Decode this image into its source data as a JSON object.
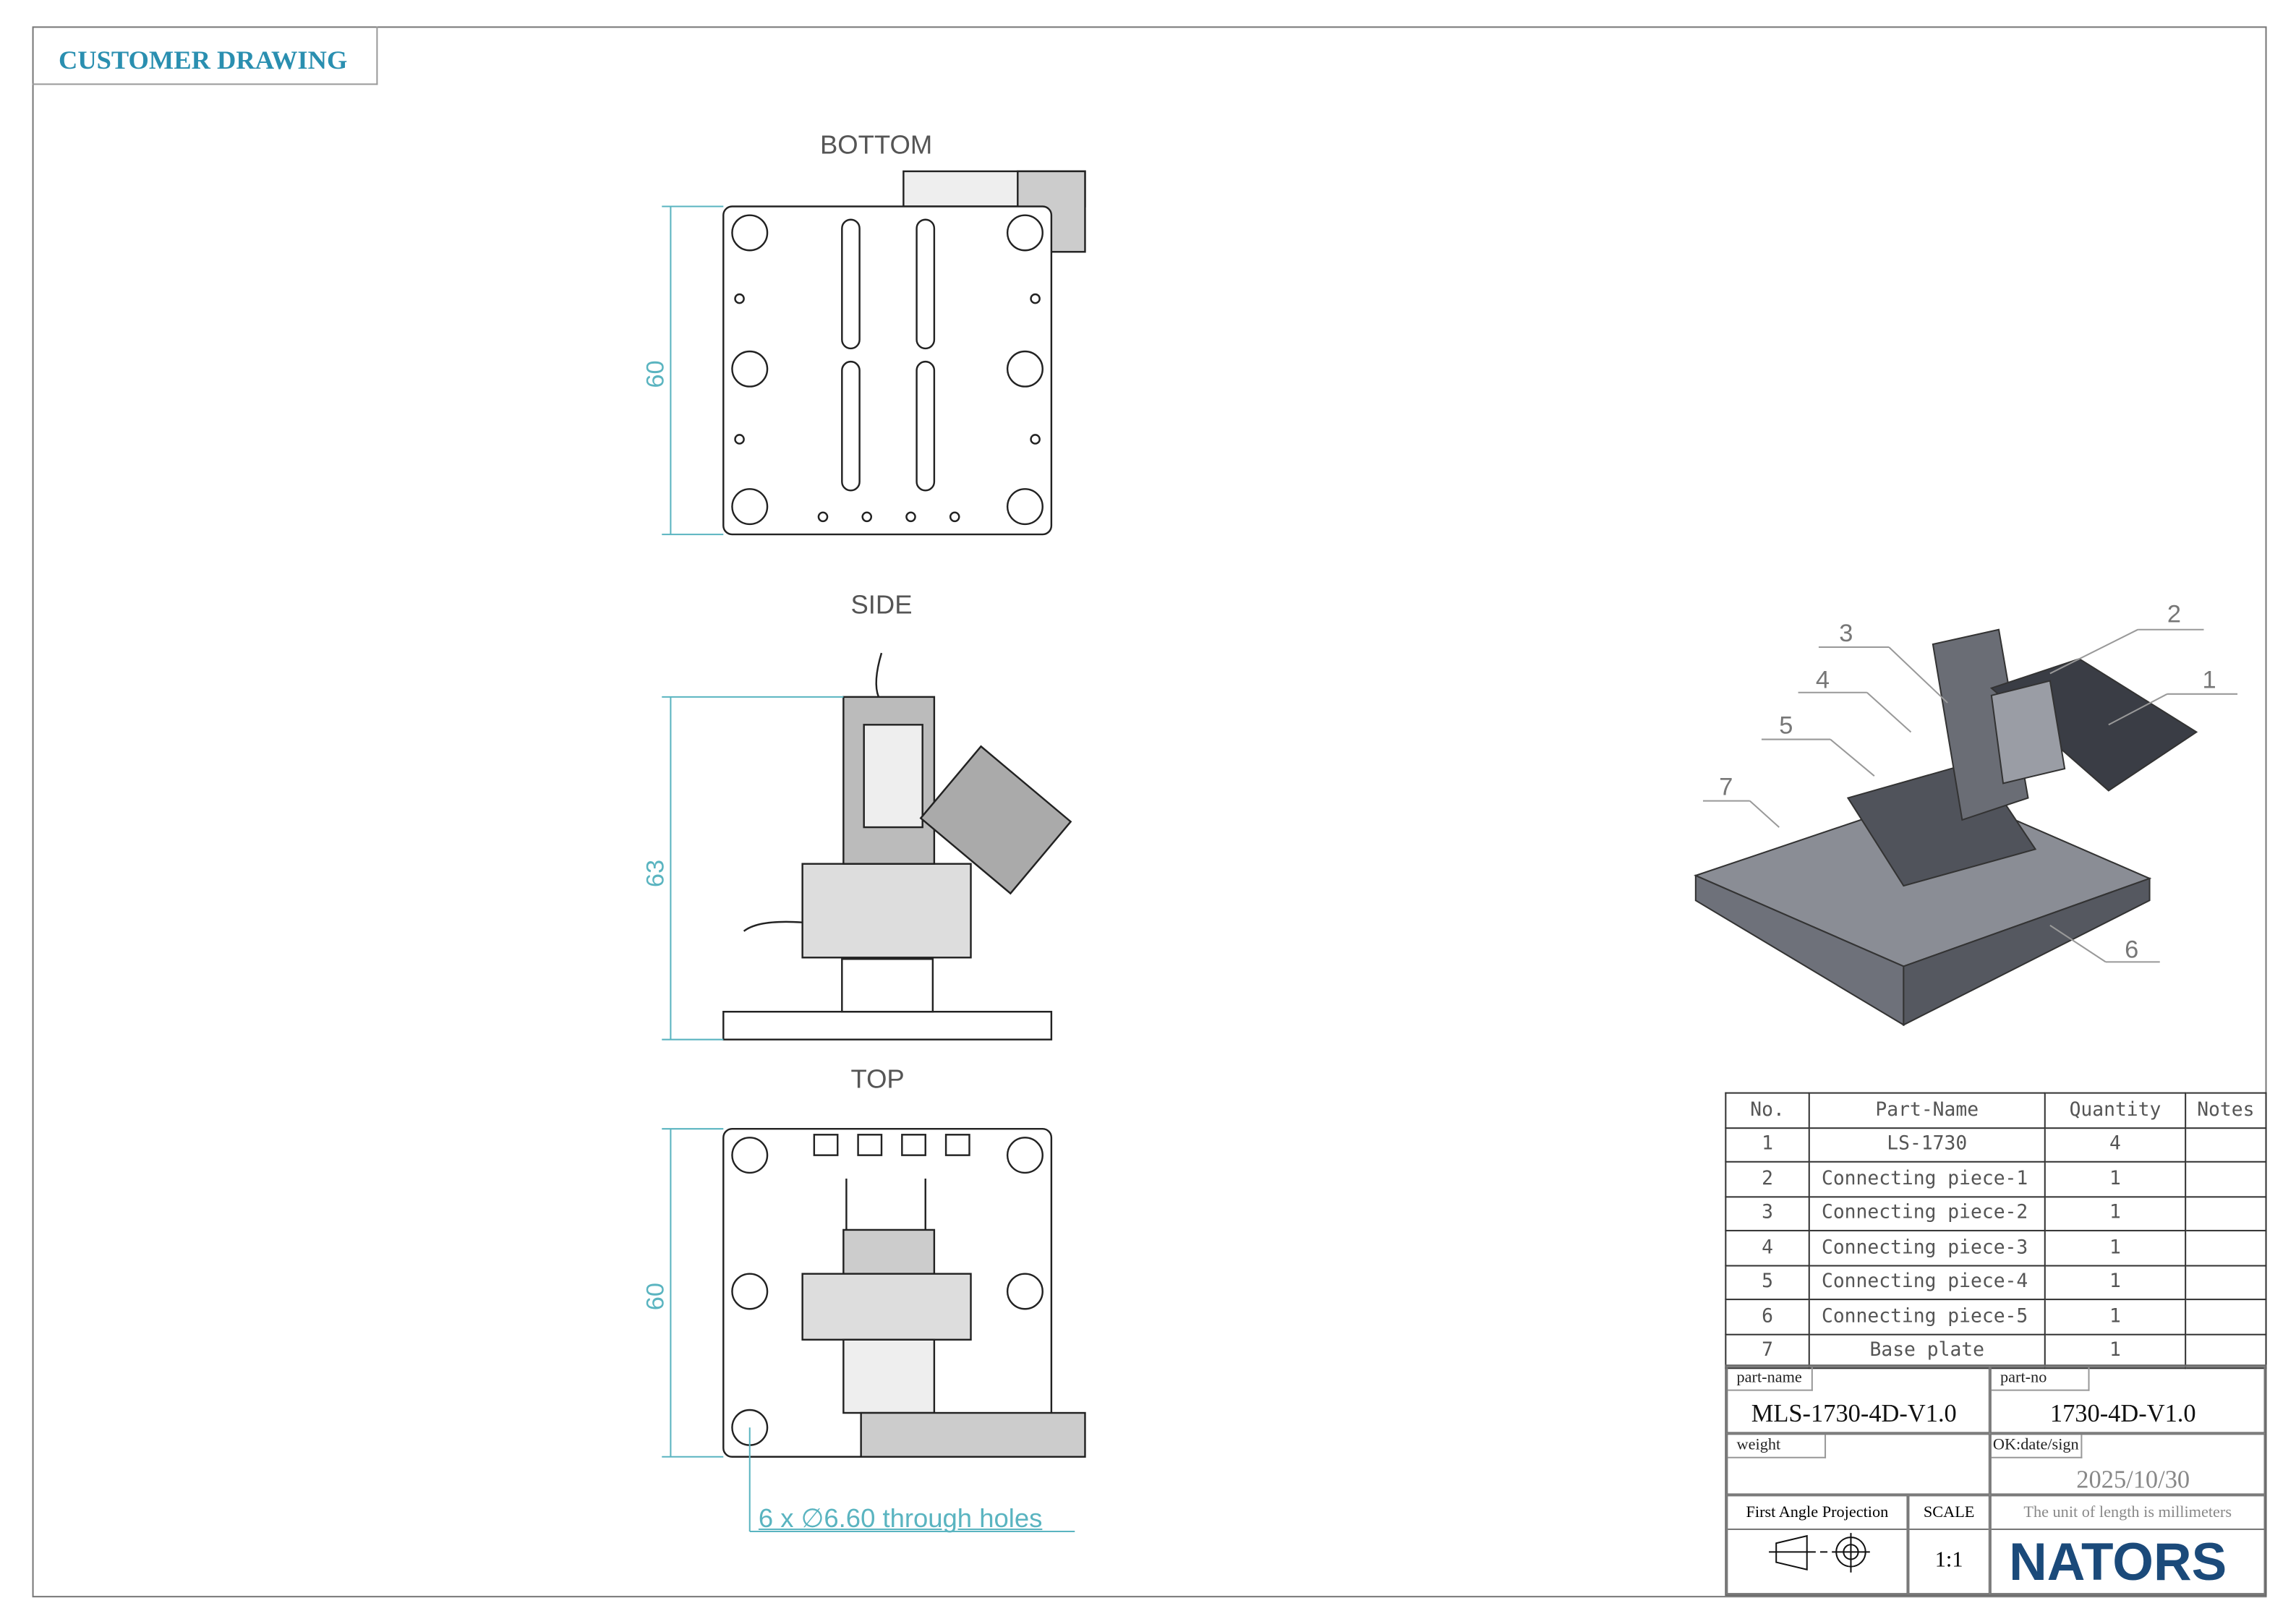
{
  "header": {
    "title": "CUSTOMER DRAWING"
  },
  "views": {
    "bottom": "BOTTOM",
    "side": "SIDE",
    "top": "TOP"
  },
  "dimensions": {
    "bottom_height": "60",
    "side_height": "63",
    "top_height": "60",
    "hole_note": "6 x ∅6.60 through holes"
  },
  "callouts": [
    "1",
    "2",
    "3",
    "4",
    "5",
    "6",
    "7"
  ],
  "bom": {
    "headers": [
      "No.",
      "Part-Name",
      "Quantity",
      "Notes"
    ],
    "rows": [
      {
        "no": "1",
        "name": "LS-1730",
        "qty": "4",
        "notes": ""
      },
      {
        "no": "2",
        "name": "Connecting piece-1",
        "qty": "1",
        "notes": ""
      },
      {
        "no": "3",
        "name": "Connecting piece-2",
        "qty": "1",
        "notes": ""
      },
      {
        "no": "4",
        "name": "Connecting piece-3",
        "qty": "1",
        "notes": ""
      },
      {
        "no": "5",
        "name": "Connecting piece-4",
        "qty": "1",
        "notes": ""
      },
      {
        "no": "6",
        "name": "Connecting piece-5",
        "qty": "1",
        "notes": ""
      },
      {
        "no": "7",
        "name": "Base plate",
        "qty": "1",
        "notes": ""
      }
    ]
  },
  "title_block": {
    "part_name_label": "part-name",
    "part_name": "MLS-1730-4D-V1.0",
    "part_no_label": "part-no",
    "part_no": "1730-4D-V1.0",
    "weight_label": "weight",
    "weight": "",
    "ok_label": "OK:date/sign",
    "date": "2025/10/30",
    "projection_label": "First Angle Projection",
    "scale_label": "SCALE",
    "scale": "1:1",
    "units_note": "The unit of length is millimeters",
    "logo": "NATORS"
  },
  "colors": {
    "title": "#2a8fb0",
    "dimension": "#5ab4c0",
    "logo": "#1b4a7a"
  }
}
